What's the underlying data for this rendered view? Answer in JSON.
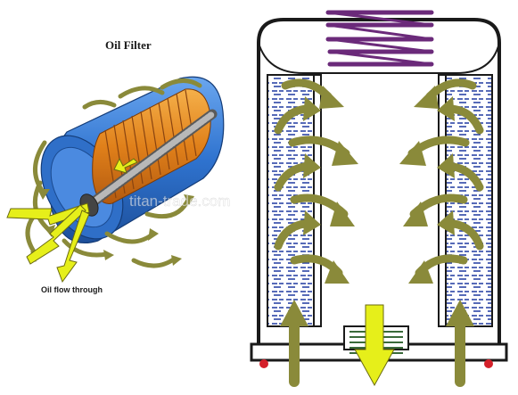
{
  "left_diagram": {
    "title": "Oil Filter",
    "caption": "Oil flow through"
  },
  "watermark": "titan-trade.com",
  "colors": {
    "housing_blue": "#3a7fd6",
    "element_orange": "#e88a1e",
    "olive_arrow": "#8a8a3a",
    "yellow_arrow": "#e6ef1a",
    "spring_purple": "#6b2a7a",
    "valve_red": "#d4202a",
    "media_blue": "#1f3aa0"
  }
}
